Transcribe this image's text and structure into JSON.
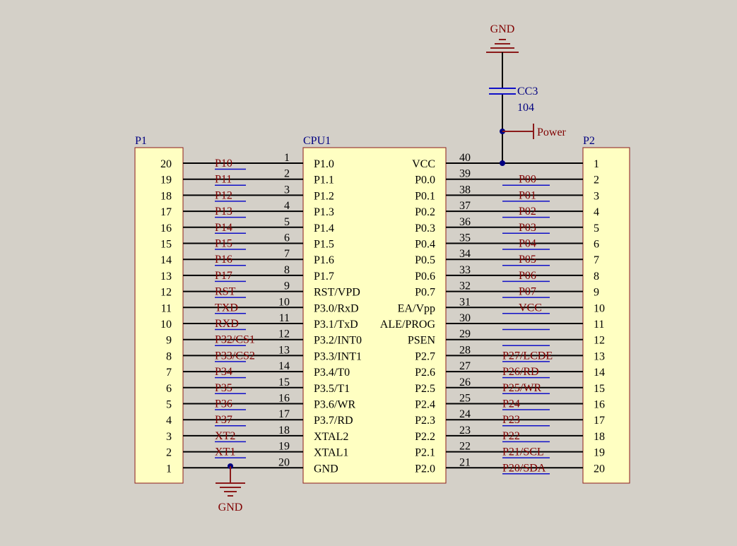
{
  "colors": {
    "background": "#d4d0c8",
    "body_fill": "#ffffc2",
    "body_stroke": "#8b1a1a",
    "wire": "#000000",
    "net_label": "#800000",
    "net_underline": "#1010c8",
    "ref_text": "#000080",
    "pin_text": "#000000",
    "power": "#8b1a1a",
    "junction": "#000080",
    "cap": "#1010c8"
  },
  "p1": {
    "ref": "P1",
    "pins": [
      "20",
      "19",
      "18",
      "17",
      "16",
      "15",
      "14",
      "13",
      "12",
      "11",
      "10",
      "9",
      "8",
      "7",
      "6",
      "5",
      "4",
      "3",
      "2",
      "1"
    ]
  },
  "p2": {
    "ref": "P2",
    "pins": [
      "1",
      "2",
      "3",
      "4",
      "5",
      "6",
      "7",
      "8",
      "9",
      "10",
      "11",
      "12",
      "13",
      "14",
      "15",
      "16",
      "17",
      "18",
      "19",
      "20"
    ]
  },
  "cpu": {
    "ref": "CPU1",
    "left_pins": [
      {
        "num": "1",
        "name": "P1.0"
      },
      {
        "num": "2",
        "name": "P1.1"
      },
      {
        "num": "3",
        "name": "P1.2"
      },
      {
        "num": "4",
        "name": "P1.3"
      },
      {
        "num": "5",
        "name": "P1.4"
      },
      {
        "num": "6",
        "name": "P1.5"
      },
      {
        "num": "7",
        "name": "P1.6"
      },
      {
        "num": "8",
        "name": "P1.7"
      },
      {
        "num": "9",
        "name": "RST/VPD"
      },
      {
        "num": "10",
        "name": "P3.0/RxD"
      },
      {
        "num": "11",
        "name": "P3.1/TxD"
      },
      {
        "num": "12",
        "name": "P3.2/INT0"
      },
      {
        "num": "13",
        "name": "P3.3/INT1"
      },
      {
        "num": "14",
        "name": "P3.4/T0"
      },
      {
        "num": "15",
        "name": "P3.5/T1"
      },
      {
        "num": "16",
        "name": "P3.6/WR"
      },
      {
        "num": "17",
        "name": "P3.7/RD"
      },
      {
        "num": "18",
        "name": "XTAL2"
      },
      {
        "num": "19",
        "name": "XTAL1"
      },
      {
        "num": "20",
        "name": "GND"
      }
    ],
    "right_pins": [
      {
        "num": "40",
        "name": "VCC"
      },
      {
        "num": "39",
        "name": "P0.0"
      },
      {
        "num": "38",
        "name": "P0.1"
      },
      {
        "num": "37",
        "name": "P0.2"
      },
      {
        "num": "36",
        "name": "P0.3"
      },
      {
        "num": "35",
        "name": "P0.4"
      },
      {
        "num": "34",
        "name": "P0.5"
      },
      {
        "num": "33",
        "name": "P0.6"
      },
      {
        "num": "32",
        "name": "P0.7"
      },
      {
        "num": "31",
        "name": "EA/Vpp"
      },
      {
        "num": "30",
        "name": "ALE/PROG"
      },
      {
        "num": "29",
        "name": "PSEN"
      },
      {
        "num": "28",
        "name": "P2.7"
      },
      {
        "num": "27",
        "name": "P2.6"
      },
      {
        "num": "26",
        "name": "P2.5"
      },
      {
        "num": "25",
        "name": "P2.4"
      },
      {
        "num": "24",
        "name": "P2.3"
      },
      {
        "num": "23",
        "name": "P2.2"
      },
      {
        "num": "22",
        "name": "P2.1"
      },
      {
        "num": "21",
        "name": "P2.0"
      }
    ]
  },
  "left_nets": [
    "P10",
    "P11",
    "P12",
    "P13",
    "P14",
    "P15",
    "P16",
    "P17",
    "RST",
    "TXD",
    "RXD",
    "P32/CS1",
    "P33/CS2",
    "P34",
    "P35",
    "P36",
    "P37",
    "XT2",
    "XT1",
    ""
  ],
  "right_nets": [
    "",
    "P00",
    "P01",
    "P02",
    "P03",
    "P04",
    "P05",
    "P06",
    "P07",
    "VCC",
    "",
    "",
    "P27/LCDE",
    "P26/RD",
    "P25/WR",
    "P24",
    "P23",
    "P22",
    "P21/SCL",
    "P20/SDA"
  ],
  "capacitor": {
    "ref": "CC3",
    "value": "104"
  },
  "power": {
    "gnd_top": "GND",
    "gnd_bottom": "GND",
    "power_port": "Power"
  }
}
